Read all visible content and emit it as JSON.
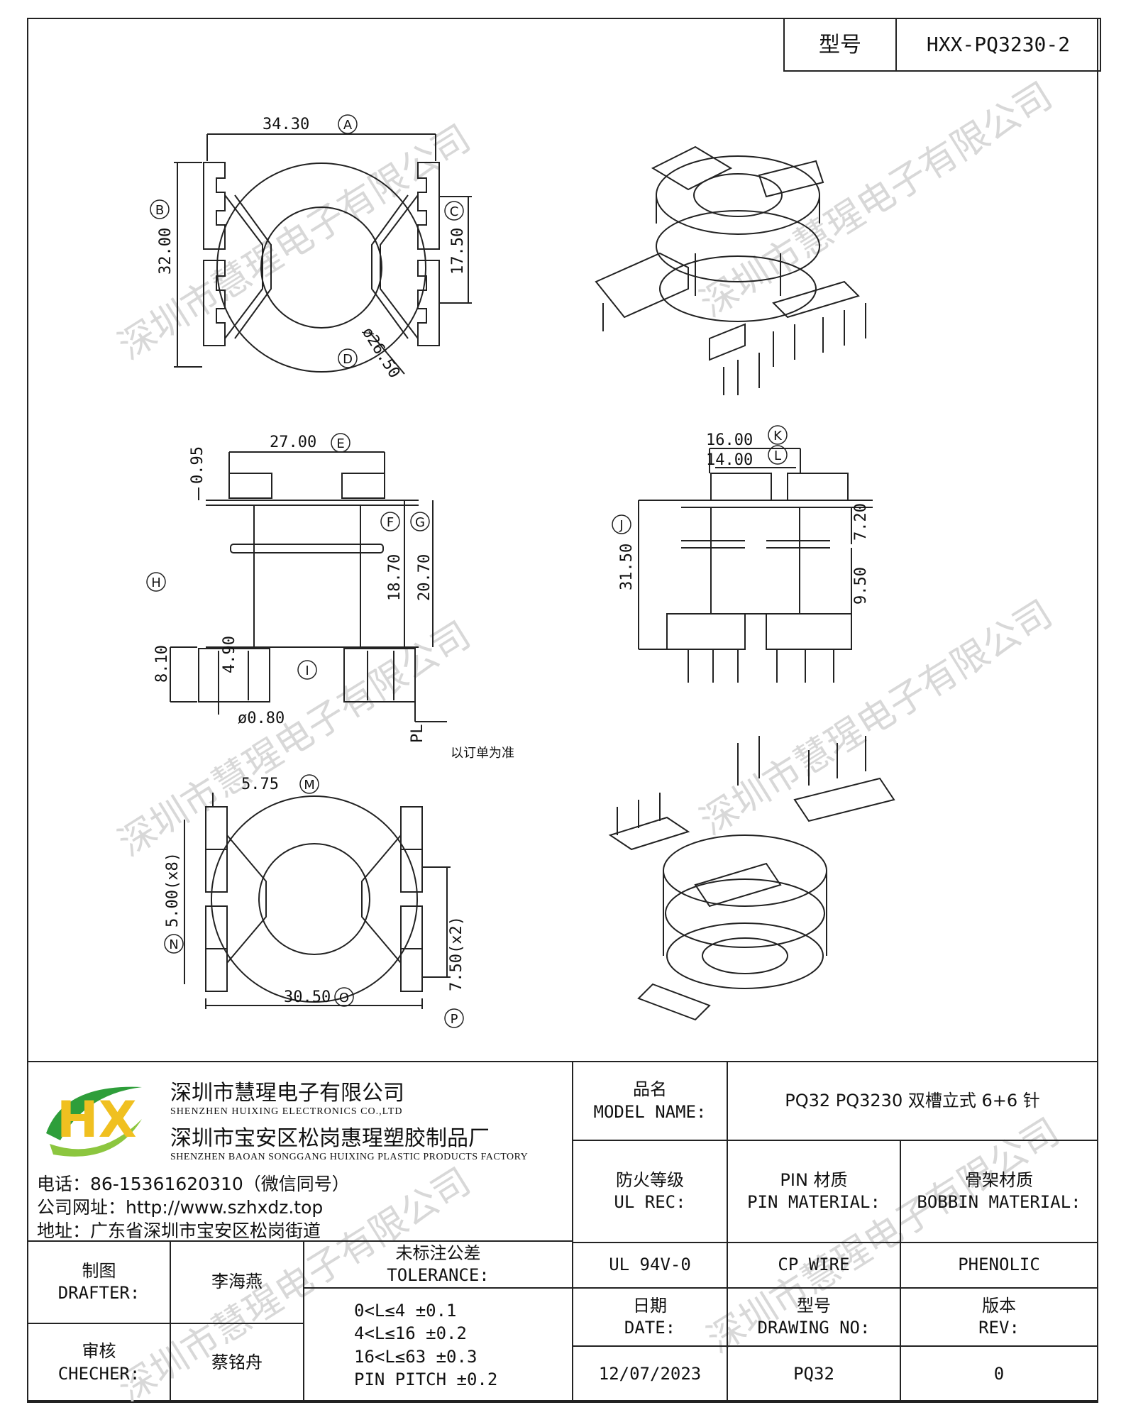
{
  "title_block_top": {
    "label": "型号",
    "value": "HXX-PQ3230-2"
  },
  "watermark": "深圳市慧瑆电子有限公司",
  "dimensions": {
    "A": "34.30",
    "B": "32.00",
    "C": "17.50",
    "D": "ø26.50",
    "E": "27.00",
    "F": "18.70",
    "G": "20.70",
    "H": "8.10",
    "I": "ø0.80",
    "J": "31.50",
    "K": "16.00",
    "L": "14.00",
    "M": "5.75",
    "N": "5.00(x8)",
    "O": "30.50",
    "P": "7.50(x2)",
    "d095": "0.95",
    "d490": "4.90",
    "d720": "7.20",
    "d950": "9.50",
    "PL": "PL",
    "pl_note": "以订单为准"
  },
  "balloons": [
    "A",
    "B",
    "C",
    "D",
    "E",
    "F",
    "G",
    "H",
    "I",
    "J",
    "K",
    "L",
    "M",
    "N",
    "O",
    "P"
  ],
  "company": {
    "logo_letters": "HX",
    "name_cn": "深圳市慧瑆电子有限公司",
    "name_en": "SHENZHEN HUIXING ELECTRONICS CO.,LTD",
    "factory_cn": "深圳市宝安区松岗惠瑆塑胶制品厂",
    "factory_en": "SHENZHEN BAOAN SONGGANG HUIXING PLASTIC PRODUCTS FACTORY",
    "phone": "电话：86-15361620310（微信同号）",
    "website": "公司网址：http://www.szhxdz.top",
    "address": "地址：广东省深圳市宝安区松岗街道"
  },
  "model": {
    "label_cn": "品名",
    "label_en": "MODEL NAME:",
    "value": "PQ32 PQ3230 双槽立式 6+6 针"
  },
  "ul": {
    "label_cn": "防火等级",
    "label_en": "UL REC:",
    "value": "UL 94V-0"
  },
  "pin_material": {
    "label_cn": "PIN 材质",
    "label_en": "PIN MATERIAL:",
    "value": "CP WIRE"
  },
  "bobbin_material": {
    "label_cn": "骨架材质",
    "label_en": "BOBBIN MATERIAL:",
    "value": "PHENOLIC"
  },
  "drafter": {
    "label_cn": "制图",
    "label_en": "DRAFTER:",
    "value": "李海燕"
  },
  "checker": {
    "label_cn": "审核",
    "label_en": "CHECHER:",
    "value": "蔡铭舟"
  },
  "tolerance": {
    "label_cn": "未标注公差",
    "label_en": "TOLERANCE:",
    "lines": [
      "0<L≤4   ±0.1",
      "4<L≤16  ±0.2",
      "16<L≤63  ±0.3",
      "PIN PITCH  ±0.2"
    ]
  },
  "date": {
    "label_cn": "日期",
    "label_en": "DATE:",
    "value": "12/07/2023"
  },
  "drawing_no": {
    "label_cn": "型号",
    "label_en": "DRAWING NO:",
    "value": "PQ32"
  },
  "rev": {
    "label_cn": "版本",
    "label_en": "REV:",
    "value": "0"
  },
  "colors": {
    "logo_green": "#2e9e3a",
    "logo_yellow": "#f0c020",
    "logo_lime": "#8cc63f",
    "line": "#222222",
    "watermark": "#d8d8d8"
  }
}
